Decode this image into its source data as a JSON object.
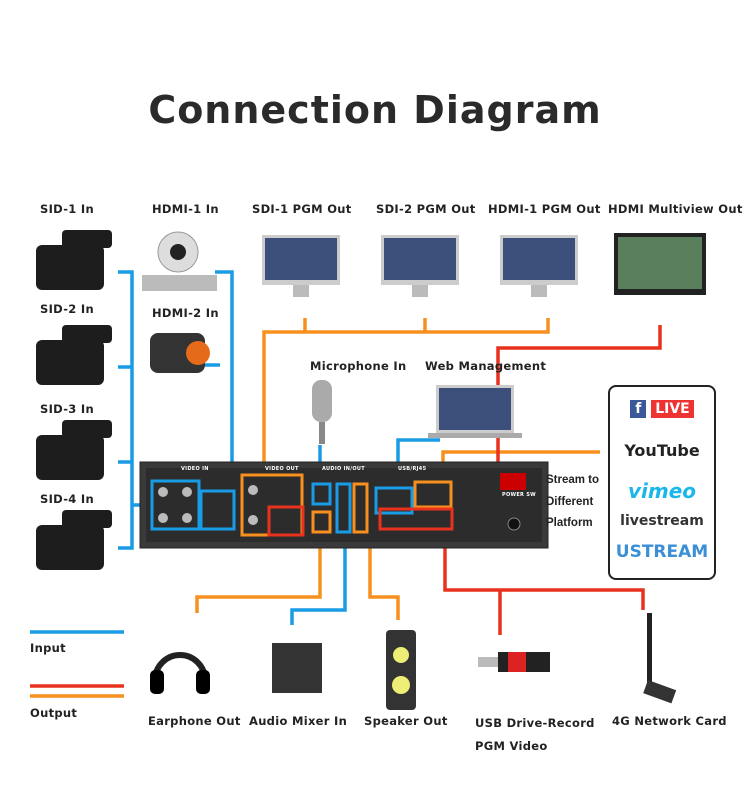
{
  "title": "Connection Diagram",
  "sources": {
    "sdi1": "SID-1  In",
    "sdi2": "SID-2  In",
    "sdi3": "SID-3  In",
    "sdi4": "SID-4  In",
    "hdmi1": "HDMI-1  In",
    "hdmi2": "HDMI-2  In"
  },
  "outputs": {
    "sdi1_pgm": "SDI-1 PGM Out",
    "sdi2_pgm": "SDI-2 PGM Out",
    "hdmi1_pgm": "HDMI-1 PGM Out",
    "multiview": "HDMI Multiview Out"
  },
  "mic": "Microphone  In",
  "web": "Web  Management",
  "stream": [
    "Stream to",
    "Different",
    "Platform"
  ],
  "platforms": [
    "LIVE",
    "YouTube",
    "vimeo",
    "livestream",
    "USTREAM"
  ],
  "panel": {
    "video_in": "VIDEO IN",
    "video_out": "VIDEO OUT",
    "audio": "AUDIO IN/OUT",
    "usb": "USB/RJ45",
    "power": "POWER SW"
  },
  "legend": {
    "input": "Input",
    "output": "Output"
  },
  "bottom": {
    "earphone": "Earphone  Out",
    "mixer": "Audio Mixer  In",
    "speaker": "Speaker  Out",
    "usb1": "USB Drive-Record",
    "usb2": "PGM Video",
    "card": "4G   Network Card"
  },
  "colors": {
    "input": "#1a9be6",
    "output": "#f7901e",
    "output_alt": "#e8321e"
  }
}
